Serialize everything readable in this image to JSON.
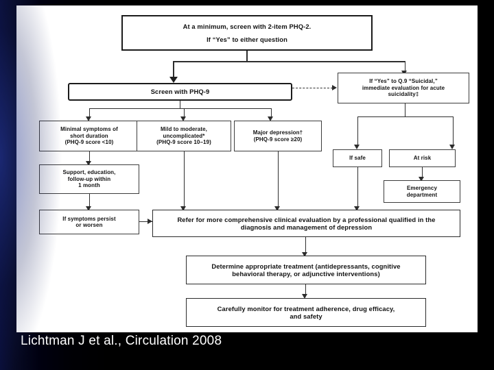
{
  "slide": {
    "caption": "Lichtman J et al., Circulation 2008",
    "background_color": "#000000",
    "accent_color": "#2a3a9a"
  },
  "figure": {
    "background_color": "#ffffff",
    "border_color": "#3b3b3b",
    "nodes": {
      "phq2": {
        "line1": "At a minimum, screen with 2-item PHQ-2.",
        "line2": "If “Yes” to either question"
      },
      "phq9": "Screen with PHQ-9",
      "suicidal": {
        "line1": "If “Yes” to Q.9 “Suicidal,”",
        "line2": "immediate evaluation for acute",
        "line3": "suicidality‡"
      },
      "minimal": {
        "line1": "Minimal symptoms of",
        "line2": "short duration",
        "line3": "(PHQ-9 score <10)"
      },
      "mild": {
        "line1": "Mild to moderate,",
        "line2": "uncomplicated*",
        "line3": "(PHQ-9 score  10–19)"
      },
      "major": {
        "line1": "Major depression†",
        "line2": "(PHQ-9 score ≥20)"
      },
      "support": {
        "line1": "Support, education,",
        "line2": "follow-up within",
        "line3": "1 month"
      },
      "persist": {
        "line1": "If symptoms persist",
        "line2": "or worsen"
      },
      "if_safe": "If safe",
      "at_risk": "At risk",
      "emergency": {
        "line1": "Emergency",
        "line2": "department"
      },
      "refer": {
        "line1": "Refer for more comprehensive clinical evaluation by a professional qualified in the",
        "line2": "diagnosis and management of depression"
      },
      "treatment": {
        "line1": "Determine appropriate treatment (antidepressants, cognitive",
        "line2": "behavioral therapy, or adjunctive interventions)"
      },
      "monitor": {
        "line1": "Carefully monitor for treatment adherence, drug efficacy,",
        "line2": "and safety"
      }
    }
  }
}
